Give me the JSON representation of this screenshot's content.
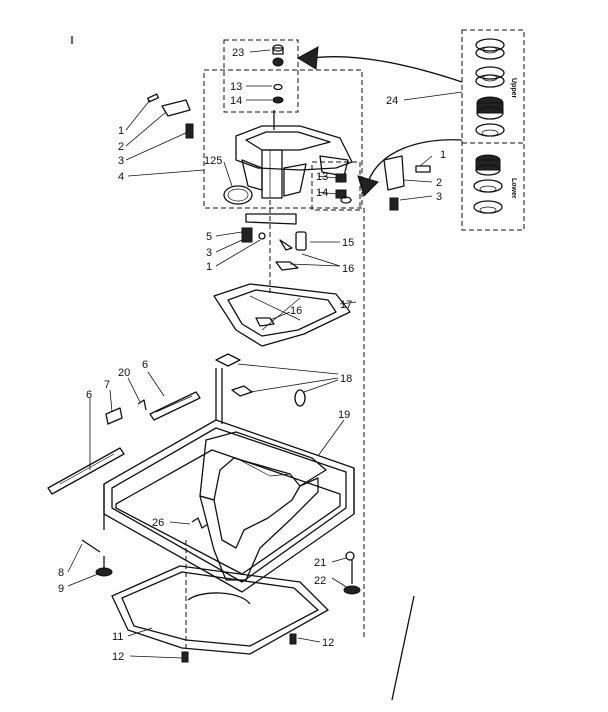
{
  "callouts": [
    {
      "id": "c23",
      "text": "23"
    },
    {
      "id": "c13a",
      "text": "13"
    },
    {
      "id": "c14a",
      "text": "14"
    },
    {
      "id": "c24",
      "text": "24"
    },
    {
      "id": "c1a",
      "text": "1"
    },
    {
      "id": "c2a",
      "text": "2"
    },
    {
      "id": "c3a",
      "text": "3"
    },
    {
      "id": "c125",
      "text": "125"
    },
    {
      "id": "c4",
      "text": "4"
    },
    {
      "id": "c1b",
      "text": "1"
    },
    {
      "id": "c13b",
      "text": "13"
    },
    {
      "id": "c14b",
      "text": "14"
    },
    {
      "id": "c2b",
      "text": "2"
    },
    {
      "id": "c3b",
      "text": "3"
    },
    {
      "id": "c5",
      "text": "5"
    },
    {
      "id": "c3c",
      "text": "3"
    },
    {
      "id": "c1c",
      "text": "1"
    },
    {
      "id": "c15",
      "text": "15"
    },
    {
      "id": "c16a",
      "text": "16"
    },
    {
      "id": "c17",
      "text": "17"
    },
    {
      "id": "c16b",
      "text": "16"
    },
    {
      "id": "c18",
      "text": "18"
    },
    {
      "id": "c6a",
      "text": "6"
    },
    {
      "id": "c20",
      "text": "20"
    },
    {
      "id": "c7",
      "text": "7"
    },
    {
      "id": "c6b",
      "text": "6"
    },
    {
      "id": "c19",
      "text": "19"
    },
    {
      "id": "c26",
      "text": "26"
    },
    {
      "id": "c8",
      "text": "8"
    },
    {
      "id": "c9",
      "text": "9"
    },
    {
      "id": "c21",
      "text": "21"
    },
    {
      "id": "c22",
      "text": "22"
    },
    {
      "id": "c11",
      "text": "11"
    },
    {
      "id": "c12a",
      "text": "12"
    },
    {
      "id": "c12b",
      "text": "12"
    }
  ],
  "bearing_kit": {
    "upper_label": "Upper",
    "lower_label": "Lower"
  }
}
